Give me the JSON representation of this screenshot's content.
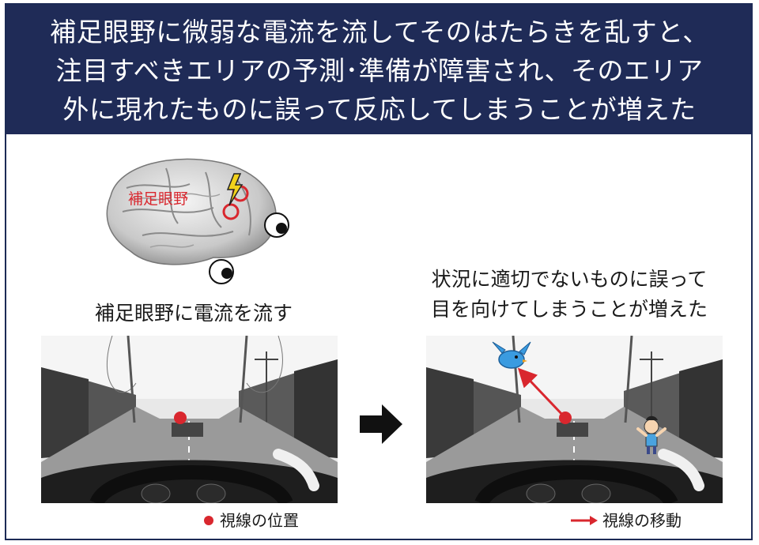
{
  "header": {
    "lines": [
      "補足眼野に微弱な電流を流してそのはたらきを乱すと、",
      "注目すべきエリアの予測･準備が障害され、そのエリア",
      "外に現れたものに誤って反応してしまうことが増えた"
    ]
  },
  "brain": {
    "region_label": "補足眼野"
  },
  "left_caption": "補足眼野に電流を流す",
  "right_caption": {
    "line1": "状況に適切でないものに誤って",
    "line2": "目を向けてしまうことが増えた"
  },
  "legend": {
    "gaze_position": "視線の位置",
    "gaze_movement": "視線の移動"
  },
  "colors": {
    "header_bg": "#1f2b57",
    "accent_red": "#d9272e",
    "bird_blue": "#3a9be0"
  },
  "icons": [
    "lightning-icon",
    "eye-icon",
    "right-arrow-icon",
    "bird-icon",
    "child-icon"
  ]
}
